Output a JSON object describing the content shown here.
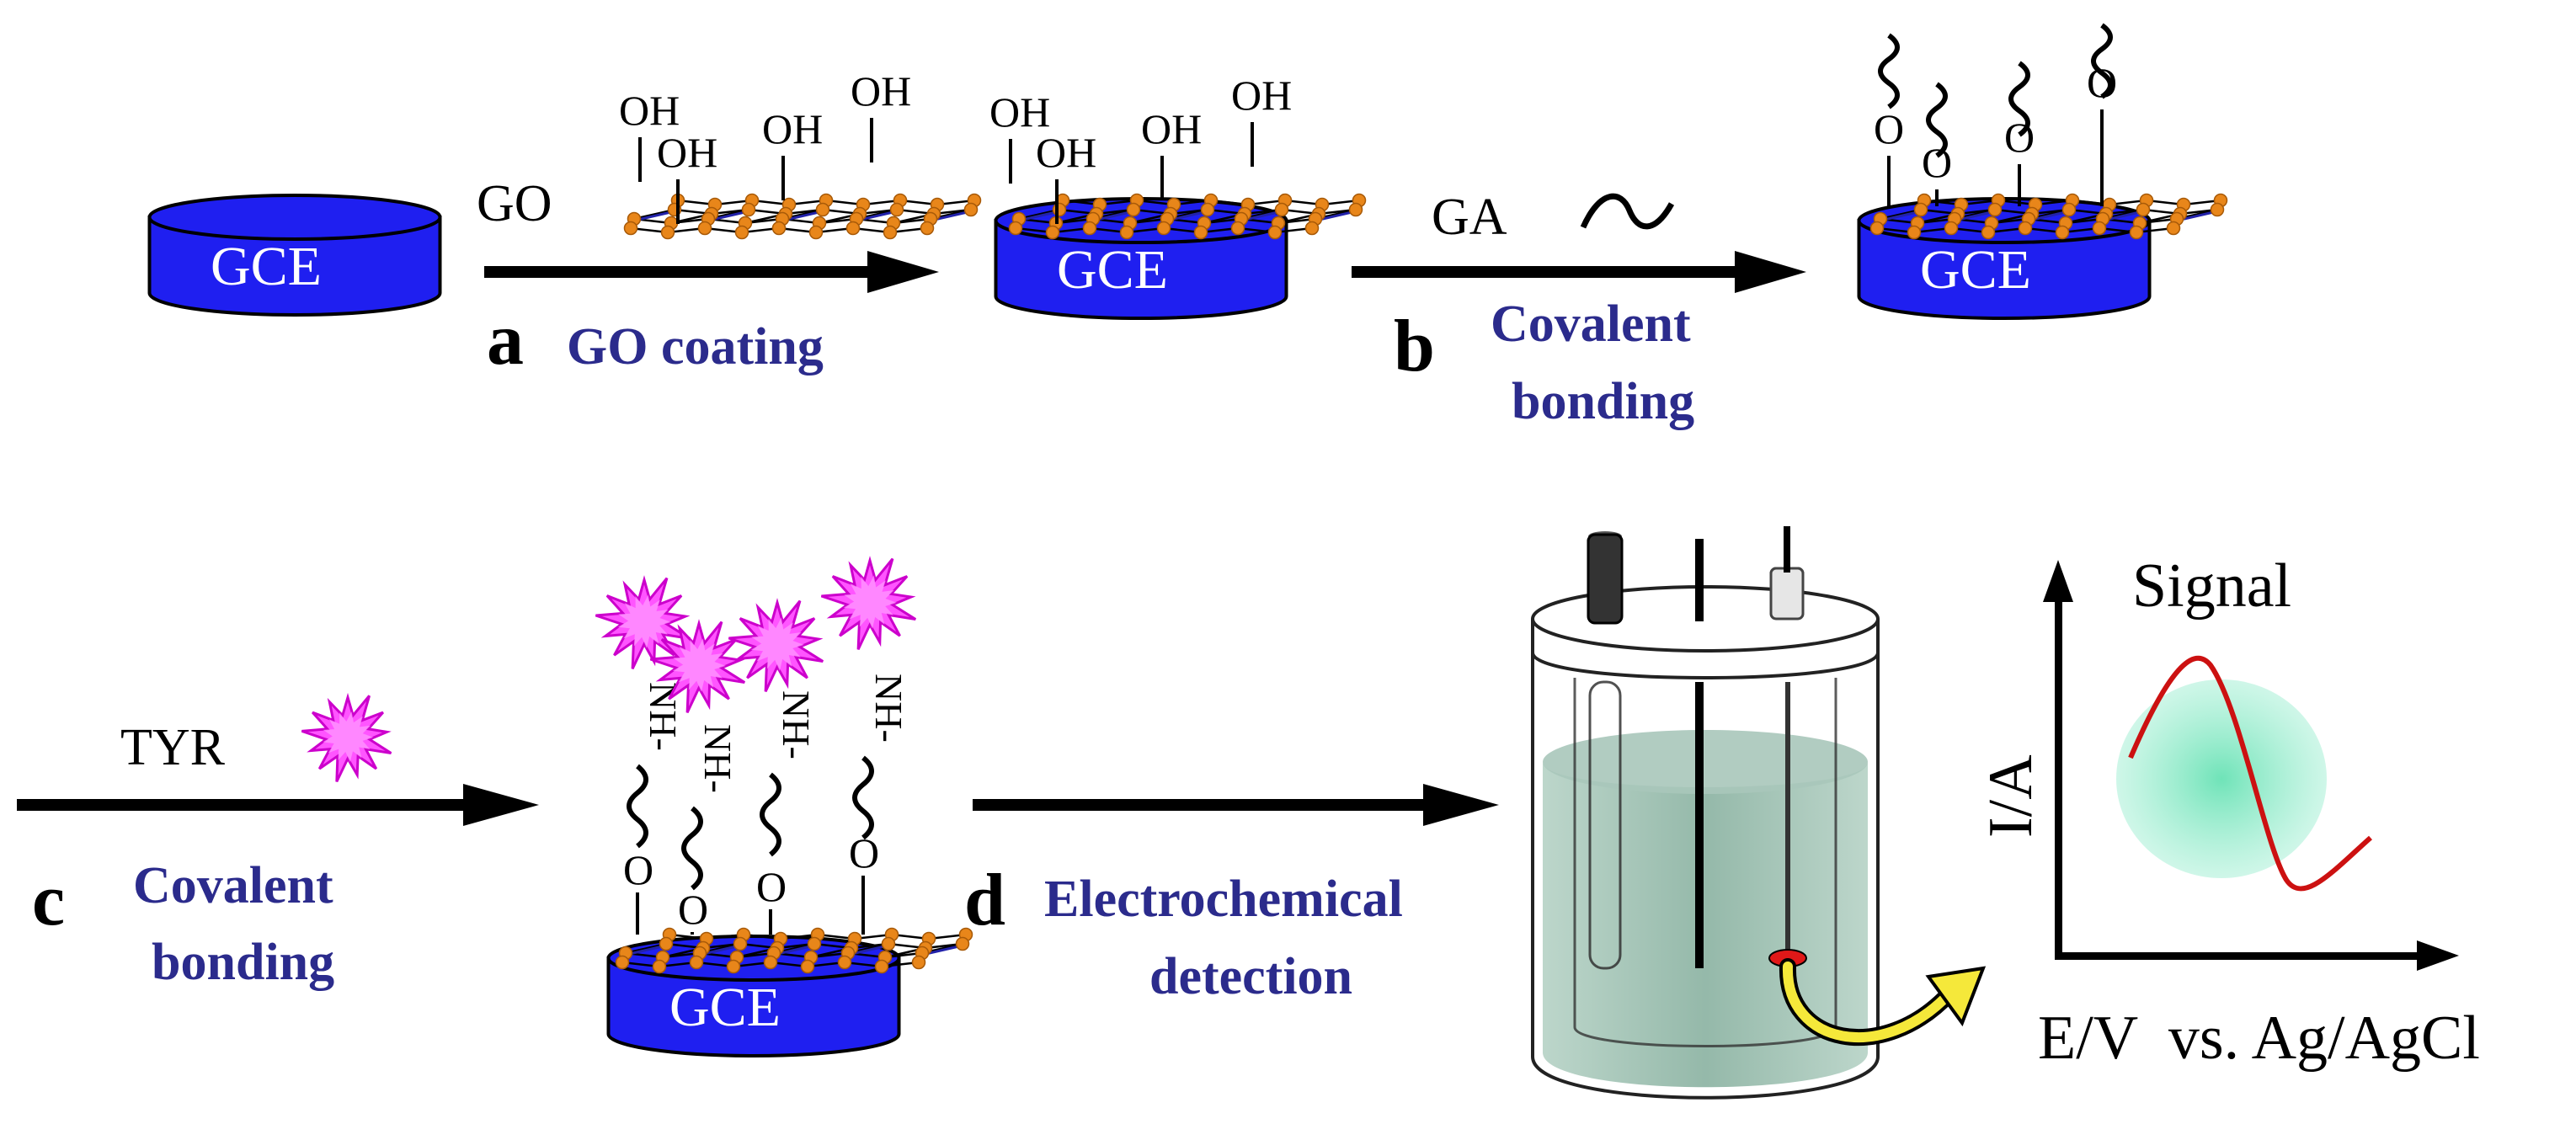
{
  "electrode": {
    "label": "GCE"
  },
  "hydroxyl": {
    "label": "OH"
  },
  "oxygen": {
    "label": "O"
  },
  "amine": {
    "label": "NH-"
  },
  "steps": {
    "a": {
      "letter": "a",
      "reagent": "GO",
      "caption": "GO coating"
    },
    "b": {
      "letter": "b",
      "reagent": "GA",
      "caption_line1": "Covalent",
      "caption_line2": "bonding"
    },
    "c": {
      "letter": "c",
      "reagent": "TYR",
      "caption_line1": "Covalent",
      "caption_line2": "bonding"
    },
    "d": {
      "letter": "d",
      "caption_line1": "Electrochemical",
      "caption_line2": "detection"
    }
  },
  "plot": {
    "title": "Signal",
    "ylabel": "I/A",
    "xlabel": "E/V  vs. Ag/AgCl"
  },
  "colors": {
    "electrode_blue": "#1f1ff0",
    "graphene_orange": "#e8861a",
    "caption_navy": "#2b2b8c",
    "enzyme_pink": "#ff55ff",
    "signal_red": "#cc1111",
    "solution_green": "#9fc4b4",
    "arrow_yellow": "#f5e83a"
  }
}
